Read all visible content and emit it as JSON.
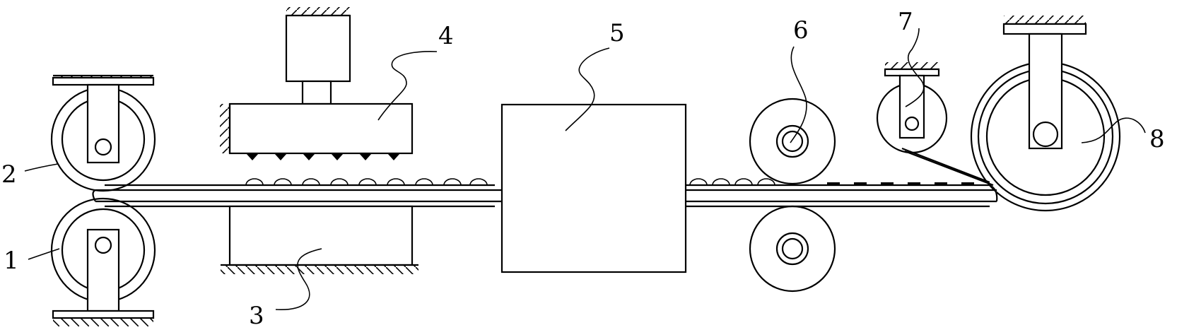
{
  "labels": {
    "l1": "1",
    "l2": "2",
    "l3": "3",
    "l4": "4",
    "l5": "5",
    "l6": "6",
    "l7": "7",
    "l8": "8"
  },
  "style": {
    "line_color": "#000000",
    "background": "#ffffff"
  }
}
